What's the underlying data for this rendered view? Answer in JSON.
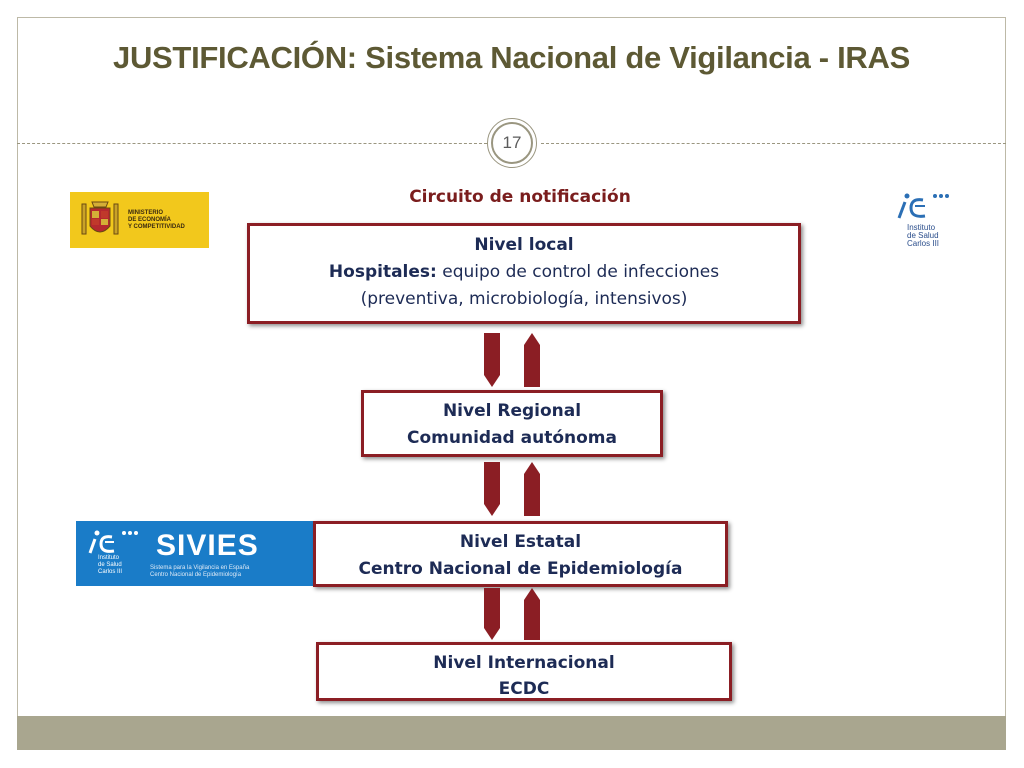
{
  "slide": {
    "title": "JUSTIFICACIÓN: Sistema Nacional de Vigilancia - IRAS",
    "page_number": "17"
  },
  "diagram": {
    "title": "Circuito de notificación",
    "levels": [
      {
        "name": "Nivel local",
        "line2_bold": "Hospitales:",
        "line2_rest": " equipo de control de infecciones",
        "line3": "(preventiva, microbiología, intensivos)"
      },
      {
        "name": "Nivel Regional",
        "detail": "Comunidad autónoma"
      },
      {
        "name": "Nivel Estatal",
        "detail": "Centro Nacional de Epidemiología"
      },
      {
        "name": "Nivel Internacional",
        "detail": "ECDC"
      }
    ],
    "arrow_color": "#8b1e24"
  },
  "logos": {
    "ministerio": {
      "lines": [
        "MINISTERIO",
        "DE ECONOMÍA",
        "Y COMPETITIVIDAD"
      ]
    },
    "isciii": {
      "lines": [
        "Instituto",
        "de Salud",
        "Carlos III"
      ]
    },
    "sivies": {
      "isc_lines": [
        "Instituto",
        "de Salud",
        "Carlos III"
      ],
      "word": "SIVIES",
      "sub_lines": [
        "Sistema para la Vigilancia en España",
        "Centro Nacional de Epidemiología"
      ]
    }
  },
  "colors": {
    "title": "#5d5934",
    "box_border": "#8b1e24",
    "box_text": "#1d2b55",
    "footer": "#a9a68f"
  }
}
